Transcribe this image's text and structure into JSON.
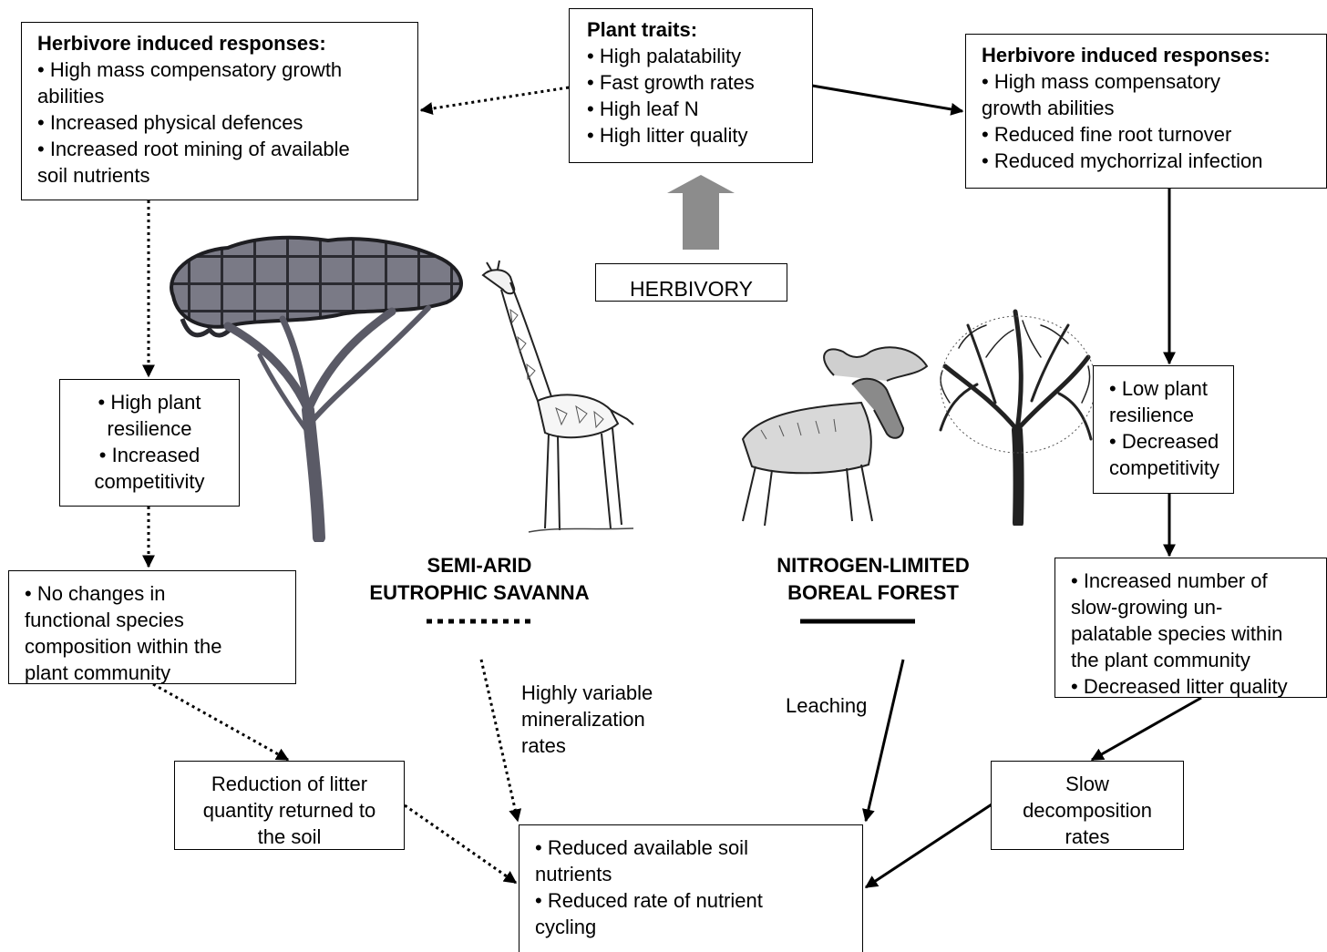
{
  "plant_traits": {
    "title": "Plant traits:",
    "items": [
      "• High palatability",
      "• Fast growth rates",
      "• High leaf N",
      "• High litter quality"
    ]
  },
  "herbivory_label": "HERBIVORY",
  "left_responses": {
    "title": "Herbivore induced responses:",
    "lines": [
      "• High mass compensatory growth",
      "abilities",
      "• Increased physical defences",
      "• Increased root mining of available",
      "soil nutrients"
    ]
  },
  "right_responses": {
    "title": "Herbivore induced responses:",
    "lines": [
      "• High mass compensatory",
      "growth abilities",
      "• Reduced fine root turnover",
      "• Reduced mychorrizal infection"
    ]
  },
  "left_resilience": {
    "lines": [
      "• High plant",
      "resilience",
      "• Increased",
      "competitivity"
    ]
  },
  "right_resilience": {
    "lines": [
      "• Low plant",
      "resilience",
      "• Decreased",
      "competitivity"
    ]
  },
  "left_composition": {
    "lines": [
      "• No changes in",
      "functional species",
      "composition within the",
      "plant community"
    ]
  },
  "right_composition": {
    "lines": [
      "• Increased number of",
      "slow-growing un-",
      "palatable species within",
      "the plant community",
      "• Decreased litter quality"
    ]
  },
  "litter_reduction": {
    "lines": [
      "Reduction of litter",
      "quantity returned to",
      "the soil"
    ]
  },
  "slow_decomposition": {
    "lines": [
      "Slow",
      "decomposition",
      "rates"
    ]
  },
  "soil_outcome": {
    "lines": [
      "• Reduced available soil",
      "nutrients",
      "• Reduced rate of nutrient",
      "cycling"
    ]
  },
  "savanna": {
    "line1": "SEMI-ARID",
    "line2": "EUTROPHIC SAVANNA"
  },
  "boreal": {
    "line1": "NITROGEN-LIMITED",
    "line2": "BOREAL FOREST"
  },
  "mineralization_label": {
    "lines": [
      "Highly variable",
      "mineralization",
      "rates"
    ]
  },
  "leaching_label": "Leaching",
  "colors": {
    "line": "#000000",
    "herbivory_arrow": "#8c8c8c",
    "tree_canopy": "#4a4a55",
    "tree_trunk": "#5a5a66"
  }
}
